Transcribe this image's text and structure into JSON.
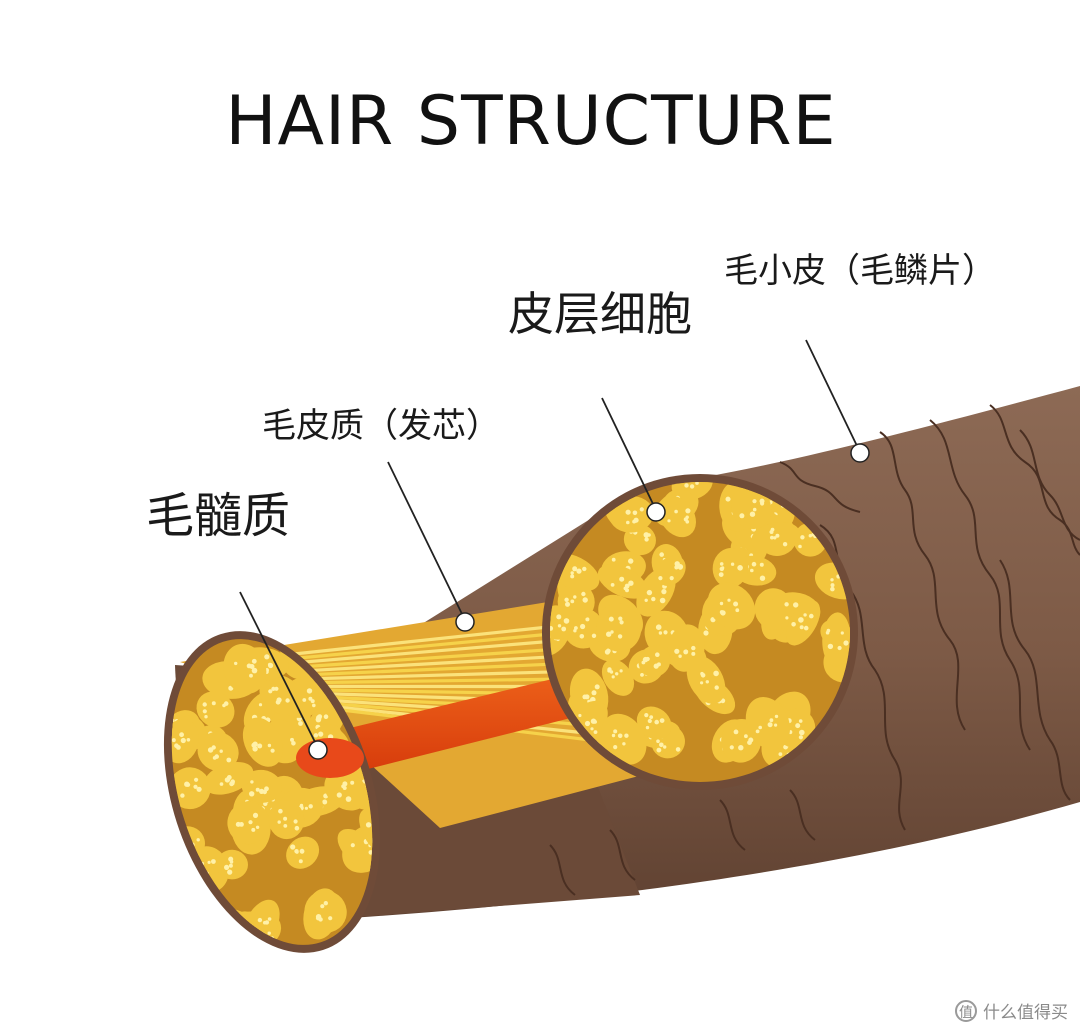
{
  "title": "HAIR STRUCTURE",
  "labels": {
    "medulla": "毛髓质",
    "cortex": "毛皮质（发芯）",
    "cortical_cells": "皮层细胞",
    "cuticle": "毛小皮（毛鳞片）"
  },
  "watermark": {
    "text": "什么值得买",
    "icon": "smzdm-logo-icon"
  },
  "colors": {
    "cuticle": "#7e5c49",
    "cuticle_dark": "#5e4030",
    "cortex_cells": "#f2c53d",
    "cortex_fibers": "#f6d24a",
    "cell_gap": "#c58a22",
    "medulla": "#e6450f",
    "medulla_light": "#ff7a2a",
    "leader_line": "#222222"
  }
}
